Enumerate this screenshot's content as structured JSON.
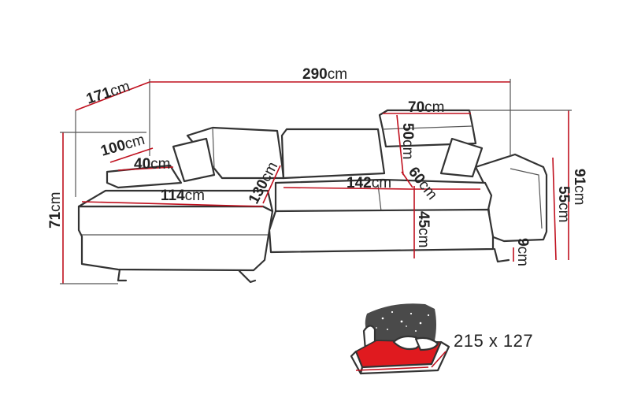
{
  "colors": {
    "outline": "#333333",
    "dimension_line": "#c0101e",
    "bed_surface": "#e01a1f",
    "night_sky": "#4a4a4a"
  },
  "dimensions": {
    "width_total": {
      "value": "290",
      "unit": "cm"
    },
    "depth_chaise": {
      "value": "171",
      "unit": "cm"
    },
    "height_total": {
      "value": "91",
      "unit": "cm"
    },
    "height_side": {
      "value": "71",
      "unit": "cm"
    },
    "chaise_upper": {
      "value": "100",
      "unit": "cm"
    },
    "armrest_width": {
      "value": "40",
      "unit": "cm"
    },
    "chaise_seat": {
      "value": "114",
      "unit": "cm"
    },
    "chaise_diagonal": {
      "value": "130",
      "unit": "cm"
    },
    "seat_width": {
      "value": "142",
      "unit": "cm"
    },
    "headrest_width": {
      "value": "70",
      "unit": "cm"
    },
    "headrest_height": {
      "value": "50",
      "unit": "cm"
    },
    "seat_depth": {
      "value": "60",
      "unit": "cm"
    },
    "seat_height": {
      "value": "45",
      "unit": "cm"
    },
    "arm_height": {
      "value": "55",
      "unit": "cm"
    },
    "leg_height": {
      "value": "9",
      "unit": "cm"
    }
  },
  "sleeping_area": {
    "label": "215 x 127"
  },
  "icons": [
    "sofa-bed-icon",
    "star-sky-icon",
    "pillow-icon"
  ]
}
